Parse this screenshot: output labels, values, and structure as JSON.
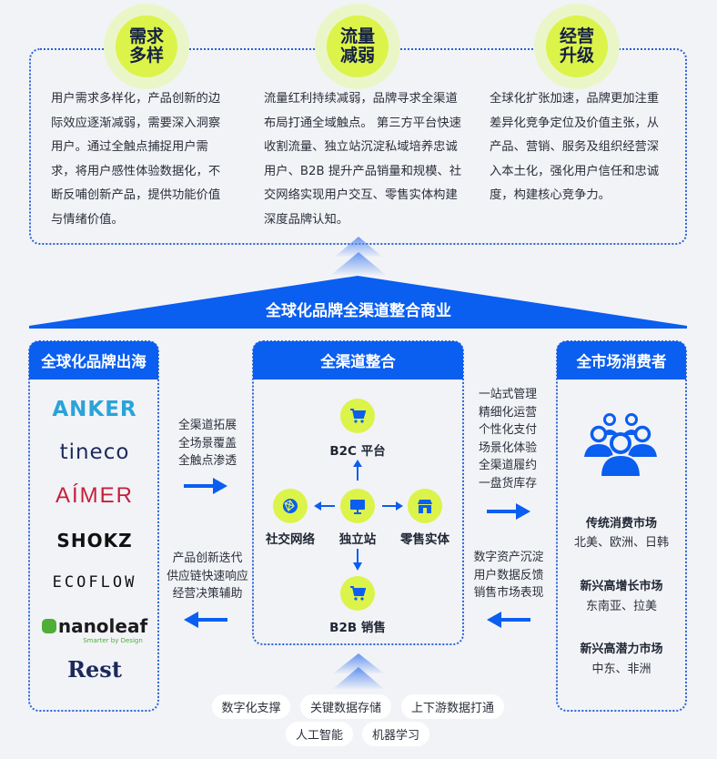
{
  "top_section": {
    "pillars": [
      {
        "badge": "需求多样",
        "text": "用户需求多样化，产品创新的边际效应逐渐减弱，需要深入洞察用户。通过全触点捕捉用户需求，将用户感性体验数据化，不断反哺创新产品，提供功能价值与情绪价值。"
      },
      {
        "badge": "流量减弱",
        "text": "流量红利持续减弱，品牌寻求全渠道布局打通全域触点。 第三方平台快速收割流量、独立站沉淀私域培养忠诚用户、B2B 提升产品销量和规模、社交网络实现用户交互、零售实体构建深度品牌认知。"
      },
      {
        "badge": "经营升级",
        "text": "全球化扩张加速，品牌更加注重差异化竞争定位及价值主张，从产品、营销、服务及组织经营深入本土化，强化用户信任和忠诚度，构建核心竞争力。"
      }
    ]
  },
  "roof": {
    "title": "全球化品牌全渠道整合商业"
  },
  "left_column": {
    "title": "全球化品牌出海",
    "brands": [
      "ANKER",
      "tineco",
      "AÍMER",
      "SHOKZ",
      "ECOFLOW",
      "nanoleaf",
      "Rest"
    ],
    "nanoleaf_tagline": "Smarter by Design"
  },
  "left_flow": {
    "forward": [
      "全渠道拓展",
      "全场景覆盖",
      "全触点渗透"
    ],
    "backward": [
      "产品创新迭代",
      "供应链快速响应",
      "经营决策辅助"
    ]
  },
  "center_column": {
    "title": "全渠道整合",
    "nodes": {
      "b2c": {
        "label": "B2C 平台",
        "icon": "shopping-cart-icon"
      },
      "social": {
        "label": "社交网络",
        "icon": "globe-network-icon"
      },
      "dtc": {
        "label": "独立站",
        "icon": "monitor-icon"
      },
      "retail": {
        "label": "零售实体",
        "icon": "storefront-icon"
      },
      "b2b": {
        "label": "B2B 销售",
        "icon": "shopping-cart-icon"
      }
    }
  },
  "right_flow": {
    "forward": [
      "一站式管理",
      "精细化运营",
      "个性化支付",
      "场景化体验",
      "全渠道履约",
      "一盘货库存"
    ],
    "backward": [
      "数字资产沉淀",
      "用户数据反馈",
      "销售市场表现"
    ]
  },
  "right_column": {
    "title": "全市场消费者",
    "icon": "users-group-icon",
    "markets": [
      {
        "title": "传统消费市场",
        "regions": "北美、欧洲、日韩"
      },
      {
        "title": "新兴高增长市场",
        "regions": "东南亚、拉美"
      },
      {
        "title": "新兴高潜力市场",
        "regions": "中东、非洲"
      }
    ]
  },
  "foundation": {
    "pills": [
      "数字化支撑",
      "关键数据存储",
      "上下游数据打通",
      "人工智能",
      "机器学习"
    ]
  },
  "colors": {
    "primary_blue": "#0a5ef0",
    "lime": "#dcf34a",
    "lime_halo": "#ebf6c8",
    "background": "#f2f3f7",
    "dotted_border": "#2a62d6",
    "text": "#2a2f3a"
  }
}
